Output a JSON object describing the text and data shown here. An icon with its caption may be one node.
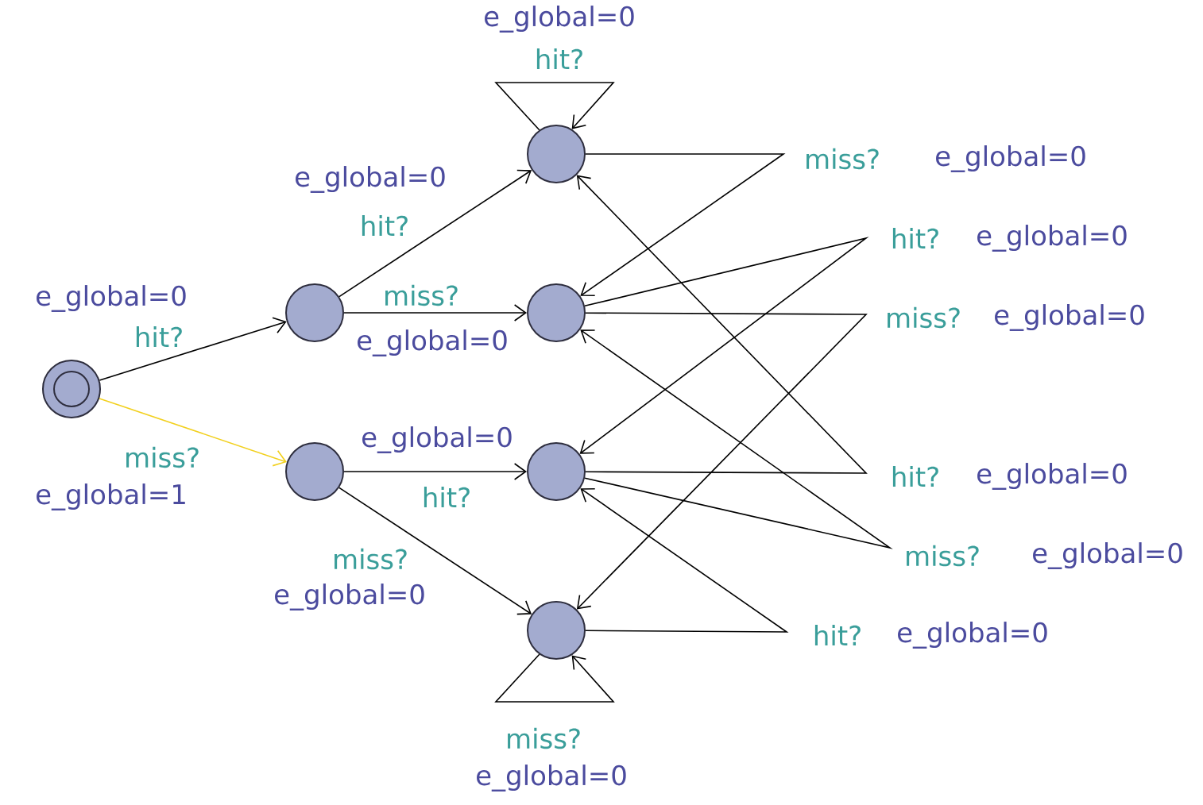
{
  "diagram": {
    "nodes": [
      {
        "text": [],
        "shape": "circle"
      },
      {
        "text": [],
        "shape": "circle"
      },
      {
        "text": [],
        "shape": "circle"
      },
      {
        "text": [],
        "shape": "circle"
      },
      {
        "text": [],
        "shape": "circle"
      },
      {
        "text": [],
        "shape": "circle"
      },
      {
        "text": [],
        "shape": "circle"
      }
    ],
    "edges": [
      {
        "from": 0,
        "to": 1,
        "arrow": "to",
        "label": "hit?"
      },
      {
        "from": 0,
        "to": 2,
        "arrow": "to",
        "label": "miss?",
        "color": "#f2d01e"
      },
      {
        "from": 1,
        "to": 3,
        "arrow": "to",
        "label": "hit?"
      },
      {
        "from": 1,
        "to": 4,
        "arrow": "to",
        "label": "miss?"
      },
      {
        "from": 2,
        "to": 5,
        "arrow": "to",
        "label": "hit?"
      },
      {
        "from": 2,
        "to": 6,
        "arrow": "to",
        "label": "miss?"
      },
      {
        "from": 3,
        "to": 3,
        "arrow": "to",
        "label": "hit?"
      },
      {
        "from": 3,
        "to": 4,
        "arrow": "to",
        "label": "miss?"
      },
      {
        "from": 4,
        "to": 5,
        "arrow": "to",
        "label": "hit?"
      },
      {
        "from": 4,
        "to": 6,
        "arrow": "to",
        "label": "miss?"
      },
      {
        "from": 5,
        "to": 3,
        "arrow": "to",
        "label": "hit?"
      },
      {
        "from": 5,
        "to": 4,
        "arrow": "to",
        "label": "miss?"
      },
      {
        "from": 6,
        "to": 5,
        "arrow": "to",
        "label": "hit?"
      },
      {
        "from": 6,
        "to": 6,
        "arrow": "to",
        "label": "miss?"
      }
    ],
    "labels": [
      "e_global=0",
      "e_global=1",
      "e_global=0",
      "e_global=0",
      "e_global=0",
      "e_global=0",
      "e_global=0",
      "e_global=0",
      "e_global=0",
      "e_global=0",
      "e_global=0",
      "e_global=0",
      "e_global=0",
      "e_global=0"
    ]
  }
}
